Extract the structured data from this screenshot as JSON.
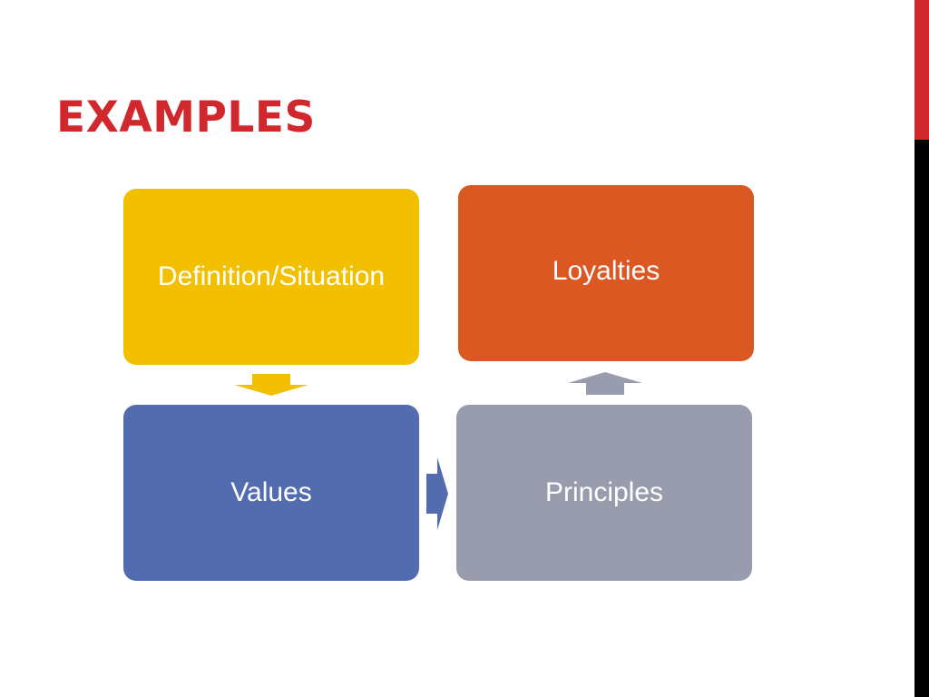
{
  "slide": {
    "title": "EXAMPLES"
  },
  "diagram": {
    "boxes": {
      "definition": {
        "label": "Definition/Situation",
        "color": "#f2c000"
      },
      "loyalties": {
        "label": "Loyalties",
        "color": "#db5823"
      },
      "values": {
        "label": "Values",
        "color": "#536cb0"
      },
      "principles": {
        "label": "Principles",
        "color": "#989cad"
      }
    },
    "arrows": [
      {
        "from": "Definition/Situation",
        "to": "Values",
        "direction": "down",
        "color": "#f2c000"
      },
      {
        "from": "Values",
        "to": "Principles",
        "direction": "right",
        "color": "#536cb0"
      },
      {
        "from": "Principles",
        "to": "Loyalties",
        "direction": "up",
        "color": "#989cad"
      }
    ]
  },
  "theme": {
    "accent": "#d1282e",
    "side_bar_bottom": "#000000"
  }
}
